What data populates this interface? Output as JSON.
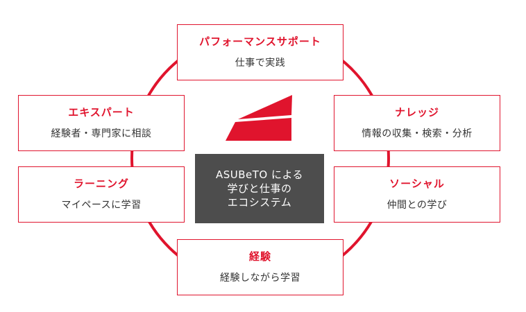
{
  "colors": {
    "accent": "#e0142d",
    "center_bg": "#4d4d4d",
    "text": "#333333"
  },
  "center": {
    "line1": "ASUBeTO による",
    "line2": "学びと仕事の",
    "line3": "エコシステム"
  },
  "nodes": {
    "top": {
      "title": "パフォーマンスサポート",
      "desc": "仕事で実践"
    },
    "tl": {
      "title": "エキスパート",
      "desc": "経験者・専門家に相談"
    },
    "tr": {
      "title": "ナレッジ",
      "desc": "情報の収集・検索・分析"
    },
    "ml": {
      "title": "ラーニング",
      "desc": "マイペースに学習"
    },
    "mr": {
      "title": "ソーシャル",
      "desc": "仲間との学び"
    },
    "bottom": {
      "title": "経験",
      "desc": "経験しながら学習"
    }
  },
  "logo": {
    "icon": "asubeto-logo-icon"
  }
}
